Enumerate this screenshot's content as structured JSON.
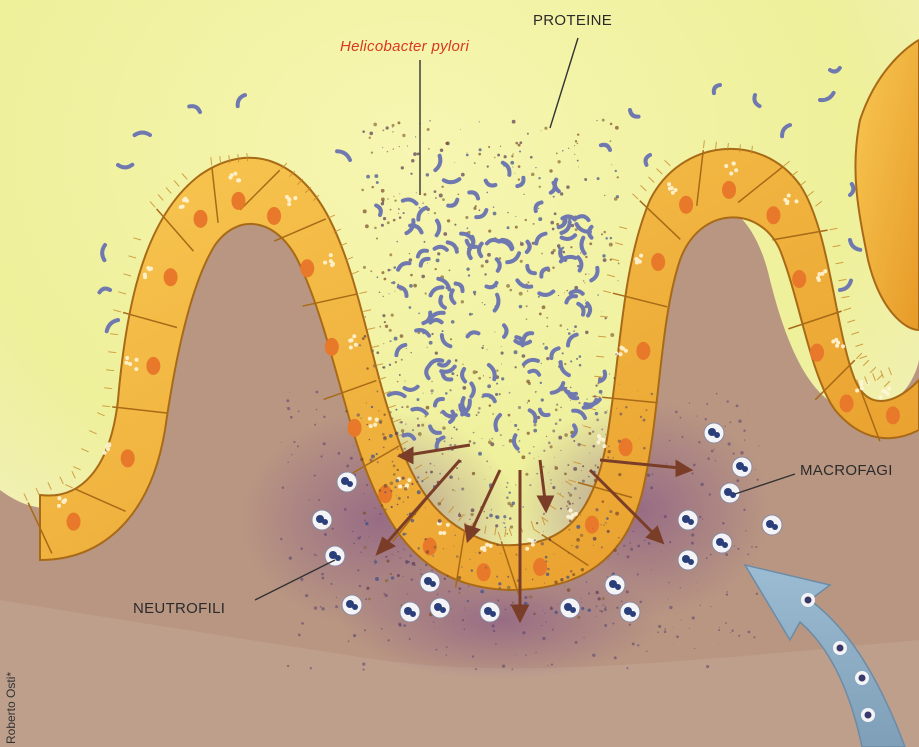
{
  "labels": {
    "bacteria": "Helicobacter pylori",
    "proteins": "PROTEINE",
    "macrophages": "MACROFAGI",
    "neutrophils": "NEUTROFILI"
  },
  "credit": "Roberto Osti",
  "credit_mark": "*",
  "colors": {
    "lumen": "#f2f1a0",
    "mucosa": "#b89580",
    "epithelium": "#f2b43a",
    "bacteria": "#6f79b0",
    "arrow": "#7a3d28",
    "flow_arrow": "#8aa9c0",
    "label_red": "#d9381e"
  }
}
